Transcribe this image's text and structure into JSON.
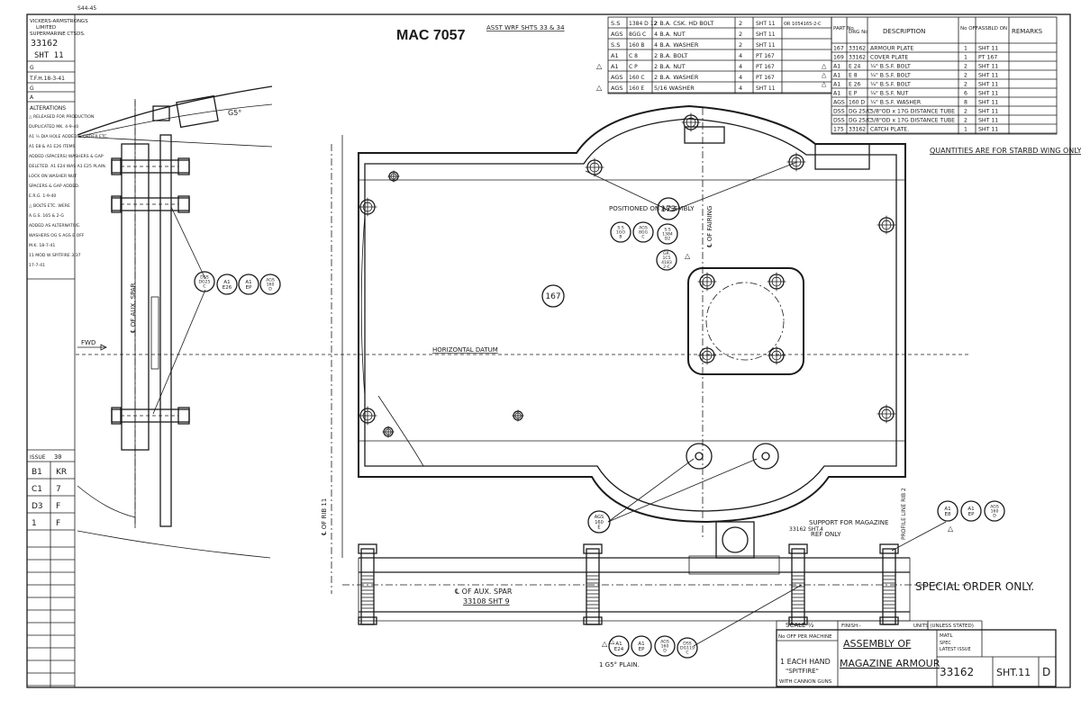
{
  "drawing": {
    "drawing_id": "MAC 7057",
    "top_left_stamp": "S44-45",
    "assy_ref": "ASST WRF SHTS 33 & 34"
  },
  "left_panel": {
    "company": [
      "VICKERS-ARMSTRONGS",
      "LIMITED",
      "SUPERMARINE CTSDS."
    ],
    "sheet_no": "33162",
    "sheet_label": "SHT 11",
    "codes": [
      "G",
      "T.F.H.18-3-41",
      "G",
      "A"
    ],
    "alterations_title": "ALTERATIONS",
    "alterations": [
      "△ RELEASED FOR PRODUCTION",
      "DUPLICATED MK. 4-9-40",
      "A1 ½ DIA HOLE ADDED & ORDER ETC.",
      "A1 E8 & A1 E26 ITEMS",
      "ADDED (SPACERS) WASHERS & GAP",
      "DELETED. A1 E24 WAS A1 E25 PLAIN.",
      "LOCK ON WASHER NUT",
      "SPACERS & GAP ADDED.",
      "E.R.G. 1-9-40",
      "△ BOLTS ETC. WERE",
      "A.G.S. 165 & 2-G",
      "ADDED AS ALTERNATIVE.",
      "WASHERS OG S  AGS E OFF",
      "M.K. 18-7-41",
      "11 MOD W SPITFIRE 3/37",
      "17-7-41"
    ],
    "issue_title": "ISSUE",
    "issue_no": "30",
    "issue_rows": [
      [
        "B1",
        "KR"
      ],
      [
        "C1",
        "7"
      ],
      [
        "D3",
        "F"
      ],
      [
        "1",
        "F"
      ]
    ]
  },
  "parts_table": {
    "headers": {
      "part": "PART No",
      "drg": "DRG No",
      "desc": "DESCRIPTION",
      "noff": "No OFF",
      "assbld": "ASSBLD ON",
      "remarks": "REMARKS"
    },
    "rows": [
      {
        "part": "167",
        "drg": "33162",
        "desc": "ARMOUR PLATE",
        "noff": "1",
        "assbld": "SHT 11"
      },
      {
        "part": "169",
        "drg": "33162",
        "desc": "COVER PLATE",
        "noff": "1",
        "assbld": "PT 167"
      },
      {
        "part": "A1",
        "drg": "E 24",
        "desc": "¼\" B.S.F. BOLT",
        "noff": "2",
        "assbld": "SHT 11"
      },
      {
        "part": "A1",
        "drg": "E 8",
        "desc": "¼\" B.S.F. BOLT",
        "noff": "2",
        "assbld": "SHT 11"
      },
      {
        "part": "A1",
        "drg": "E 26",
        "desc": "¼\" B.S.F. BOLT",
        "noff": "2",
        "assbld": "SHT 11"
      },
      {
        "part": "A1",
        "drg": "E P",
        "desc": "¼\" B.S.F. NUT",
        "noff": "6",
        "assbld": "SHT 11"
      },
      {
        "part": "AGS",
        "drg": "160 D",
        "desc": "¼\" B.S.F. WASHER",
        "noff": "8",
        "assbld": "SHT 11"
      },
      {
        "part": "DSS",
        "drg": "DG 25/C",
        "desc": "5/8\"OD x 17G DISTANCE TUBE",
        "noff": "2",
        "assbld": "SHT 11"
      },
      {
        "part": "DSS",
        "drg": "DG 25/C",
        "desc": "3/8\"OD x 17G DISTANCE TUBE",
        "noff": "2",
        "assbld": "SHT 11"
      },
      {
        "part": "175",
        "drg": "33162",
        "desc": "CATCH PLATE.",
        "noff": "1",
        "assbld": "SHT 11"
      }
    ]
  },
  "upper_table": {
    "rows": [
      {
        "mark": "",
        "part": "S.S",
        "drg": "1384 D 12",
        "desc": "2 B.A. CSK. HD BOLT",
        "noff": "2",
        "assbld": "SHT 11",
        "remarks": "OR 1054165-2-C"
      },
      {
        "mark": "",
        "part": "AGS",
        "drg": "8GG C",
        "desc": "4 B.A. NUT",
        "noff": "2",
        "assbld": "SHT 11",
        "remarks": ""
      },
      {
        "mark": "",
        "part": "S.S",
        "drg": "160 B",
        "desc": "4 B.A. WASHER",
        "noff": "2",
        "assbld": "SHT 11",
        "remarks": ""
      },
      {
        "mark": "",
        "part": "A1",
        "drg": "C 8",
        "desc": "2 B.A. BOLT",
        "noff": "4",
        "assbld": "PT 167",
        "remarks": ""
      },
      {
        "mark": "△",
        "part": "A1",
        "drg": "C P",
        "desc": "2 B.A. NUT",
        "noff": "4",
        "assbld": "PT 167",
        "remarks": ""
      },
      {
        "mark": "",
        "part": "AGS",
        "drg": "160 C",
        "desc": "2 B.A. WASHER",
        "noff": "4",
        "assbld": "PT 167",
        "remarks": ""
      },
      {
        "mark": "△",
        "part": "AGS",
        "drg": "160 E",
        "desc": "5/16 WASHER",
        "noff": "4",
        "assbld": "SHT 11",
        "remarks": ""
      }
    ]
  },
  "notes": {
    "quantities": "QUANTITIES ARE FOR STARBD WING ONLY",
    "special_order": "SPECIAL ORDER ONLY.",
    "horizontal_datum": "HORIZONTAL DATUM",
    "positioned": "POSITIONED ON ASSEMBLY",
    "aux_spar_cl": "℄ OF AUX. SPAR",
    "aux_spar_ref": "33108 SHT 9",
    "aux_spar_vertical": "℄ OF AUX. SPAR",
    "fairing_cl": "℄ OF FAIRING",
    "rib_cl": "℄ OF RIB 11",
    "profile_line": "PROFILE LINE RIB 2",
    "fwd": "FWD",
    "support_ref": "33162 SHT.4",
    "support_label": "SUPPORT FOR MAGAZINE",
    "ref_only": "REF ONLY",
    "angle_65": "G5°",
    "plain": "1 G5° PLAIN.",
    "scale": "SCALE ½"
  },
  "callouts": {
    "c173": "173",
    "c167": "167",
    "ss": [
      "S.S",
      "1GO",
      "B"
    ],
    "ags8gg": [
      "AGS",
      "8GG",
      "C"
    ],
    "ss1384": [
      "S.S",
      "1384",
      "D2"
    ],
    "gr": [
      "GR.",
      "1C5",
      "4183",
      "2-C"
    ],
    "left_dss": [
      "DSS",
      "DG25",
      "C"
    ],
    "left_a1e26": [
      "A1",
      "E26"
    ],
    "left_a1ep": [
      "A1",
      "EP"
    ],
    "left_ags": [
      "AGS",
      "160",
      "D"
    ],
    "ags160e": [
      "AGS",
      "160",
      "E"
    ],
    "r_a1e8": [
      "A1",
      "E8"
    ],
    "r_a1ep": [
      "A1",
      "EP"
    ],
    "r_ags": [
      "AGS",
      "160",
      "D"
    ],
    "b_a1e24": [
      "A1",
      "E24"
    ],
    "b_a1ep": [
      "A1",
      "EP"
    ],
    "b_ags": [
      "AGS",
      "160",
      "D"
    ],
    "b_dss": [
      "DSS",
      "DG119",
      "C"
    ]
  },
  "title_block": {
    "noff_label": "No OFF PER MACHINE",
    "noff_value": "1 EACH HAND",
    "aircraft": "\"SPITFIRE\"",
    "variant": "WITH CANNON GUNS",
    "finish_label": "FINISH:-",
    "units_label": "UNITS (UNLESS STATED)",
    "matl": "MATL",
    "spec": "SPEC",
    "latest_issue": "LATEST ISSUE",
    "title_line1": "ASSEMBLY OF",
    "title_line2": "MAGAZINE ARMOUR",
    "number": "33162",
    "sheet": "SHT.11",
    "letter": "D"
  }
}
